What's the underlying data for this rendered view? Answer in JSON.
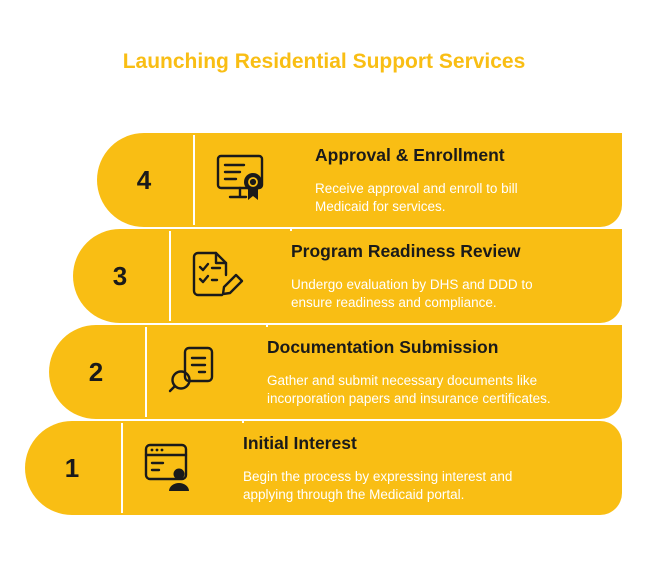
{
  "title": "Launching Residential Support Services",
  "colors": {
    "fill": "#F9BE14",
    "divider": "#ffffff",
    "title": "#F9BE14",
    "text_dark": "#1a1a1a",
    "text_light": "#ffffff"
  },
  "steps": [
    {
      "number": "4",
      "title": "Approval & Enrollment",
      "desc": [
        "Receive approval and enroll to bill",
        "Medicaid for services."
      ],
      "icon": "certificate-monitor-icon"
    },
    {
      "number": "3",
      "title": "Program Readiness Review",
      "desc": [
        "Undergo evaluation by DHS and DDD to",
        "ensure readiness and compliance."
      ],
      "icon": "checklist-pen-icon"
    },
    {
      "number": "2",
      "title": "Documentation Submission",
      "desc": [
        "Gather and submit necessary documents like",
        "incorporation papers and insurance certificates."
      ],
      "icon": "document-search-icon"
    },
    {
      "number": "1",
      "title": "Initial Interest",
      "desc": [
        "Begin the process by expressing interest and",
        "applying through the Medicaid portal."
      ],
      "icon": "browser-user-icon"
    }
  ]
}
